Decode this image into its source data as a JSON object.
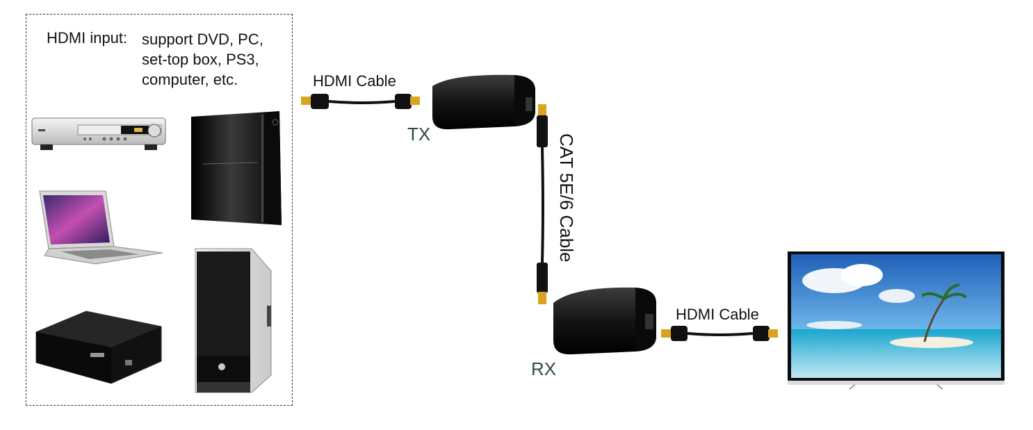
{
  "input_panel": {
    "label": "HDMI input:",
    "description_lines": [
      "support DVD, PC,",
      "set-top box, PS3,",
      "computer, etc."
    ]
  },
  "cables": {
    "hdmi_top_label": "HDMI Cable",
    "hdmi_bottom_label": "HDMI Cable",
    "cat_label": "CAT 5E/6 Cable"
  },
  "units": {
    "tx_label": "TX",
    "rx_label": "RX"
  },
  "colors": {
    "unit_label": "#2f4a3a",
    "cable": "#111111",
    "connector_gold": "#d9a520",
    "sky": "#2f7fd0",
    "sea": "#34b8d8"
  },
  "icons": [
    "dvd-player-icon",
    "ps3-console-icon",
    "laptop-icon",
    "pc-tower-icon",
    "set-top-box-icon",
    "tx-extender-icon",
    "rx-extender-icon",
    "rj45-connector-icon",
    "hdmi-connector-icon",
    "tv-display-icon"
  ]
}
